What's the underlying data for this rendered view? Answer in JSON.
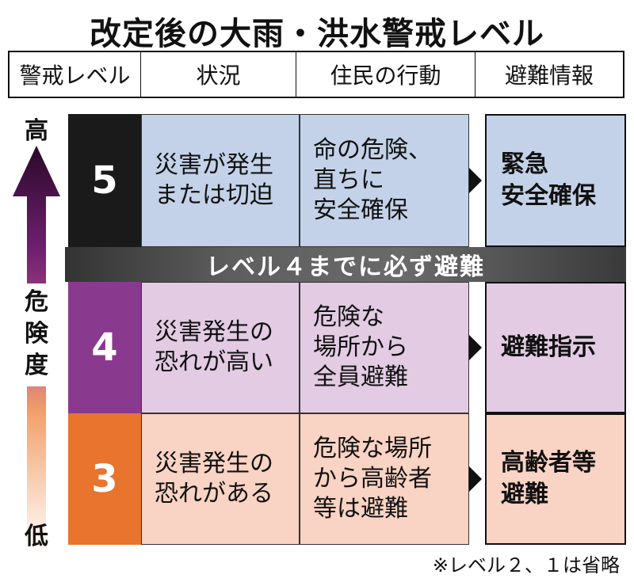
{
  "title": "改定後の大雨・洪水警戒レベル",
  "headers": [
    "警戒レベル",
    "状況",
    "住民の行動",
    "避難情報"
  ],
  "scale": {
    "high": "高",
    "middle": "危険度",
    "low": "低"
  },
  "band": "レベル４までに必ず避難",
  "levels": [
    {
      "level": "5",
      "situation": "災害が発生\nまたは切迫",
      "action": "命の危険、\n直ちに\n安全確保",
      "info": "緊急\n安全確保"
    },
    {
      "level": "4",
      "situation": "災害発生の\n恐れが高い",
      "action": "危険な\n場所から\n全員避難",
      "info": "避難指示"
    },
    {
      "level": "3",
      "situation": "災害発生の\n恐れがある",
      "action": "危険な場所\nから高齢者\n等は避難",
      "info": "高齢者等\n避難"
    }
  ],
  "note": "※レベル２、１は省略",
  "colors": {
    "level5": "#1a1a1a",
    "level4": "#8a3a8e",
    "level3": "#e8742e",
    "row5": "#c3d2e8",
    "row4": "#e2cbe3",
    "row3": "#f9d3c3"
  }
}
